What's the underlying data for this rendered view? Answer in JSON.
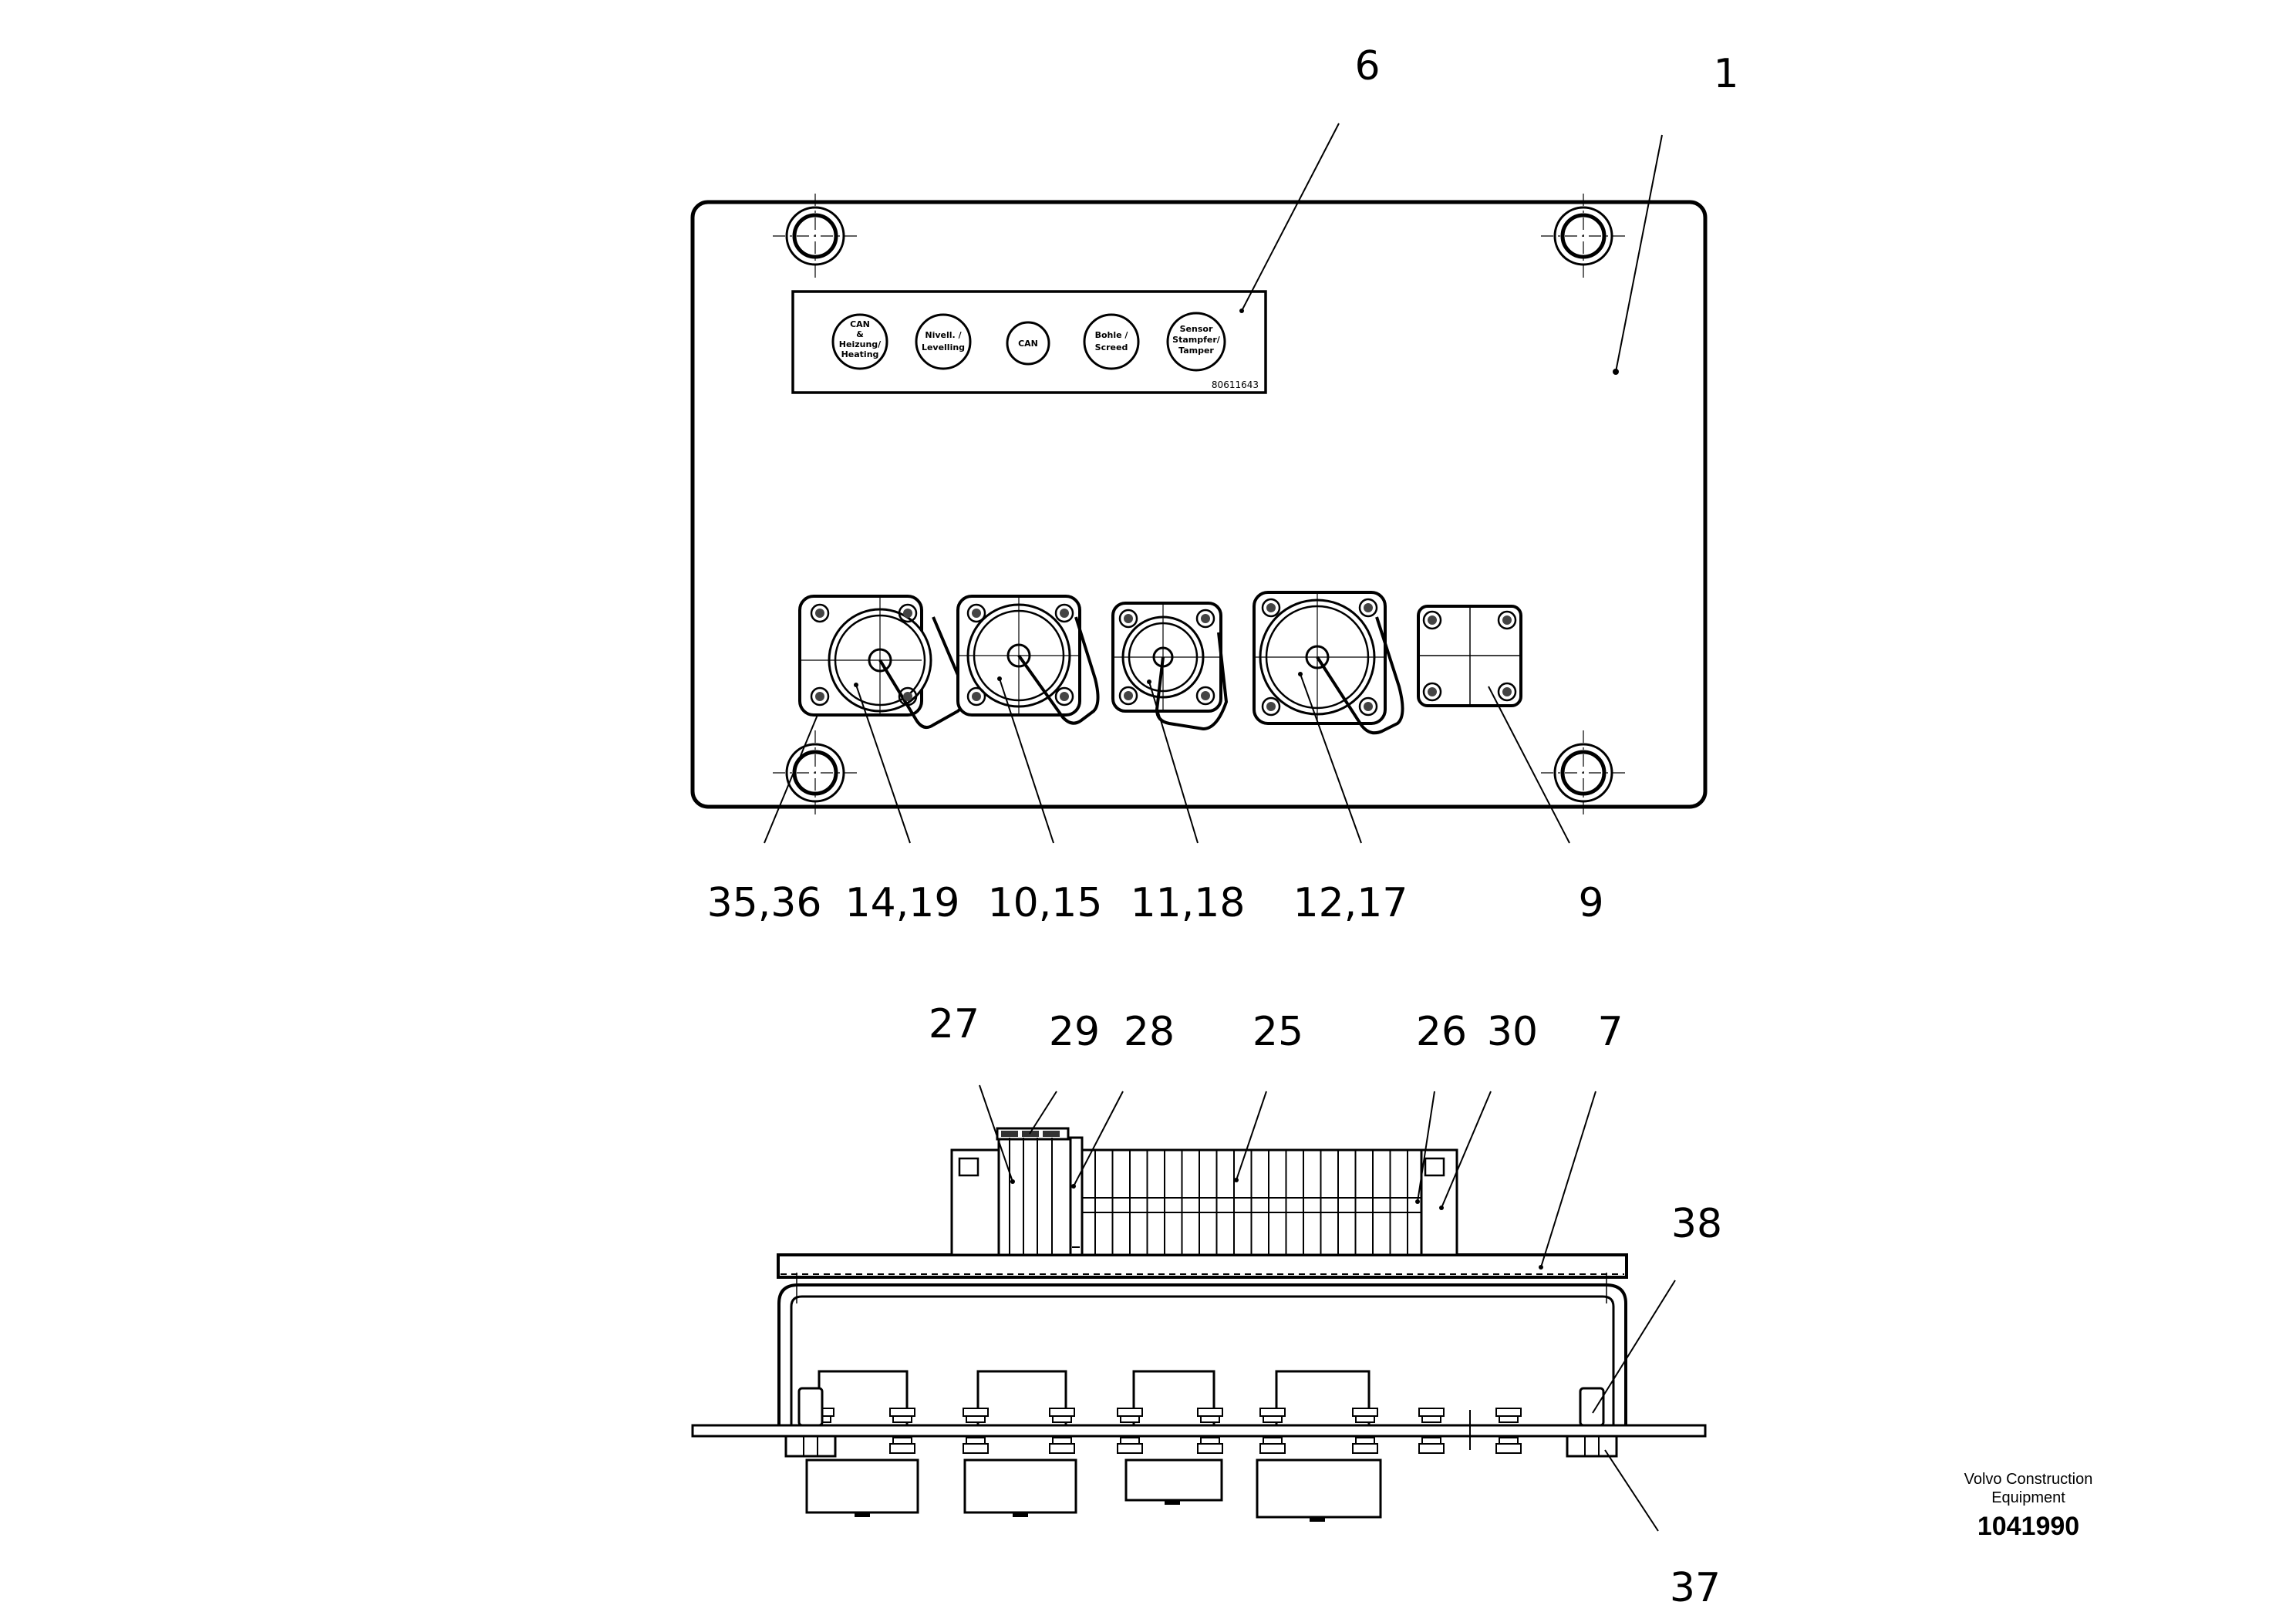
{
  "diagram": {
    "label_plate": {
      "sockets": [
        [
          "CAN",
          "&",
          "Heizung/",
          "Heating"
        ],
        [
          "Nivell. /",
          "Levelling"
        ],
        [
          "CAN"
        ],
        [
          "Bohle /",
          "Screed"
        ],
        [
          "Sensor",
          "Stampfer/",
          "Tamper"
        ]
      ],
      "part_code": "80611643"
    },
    "callouts": {
      "c6": "6",
      "c1": "1",
      "c3536": "35,36",
      "c1419": "14,19",
      "c1015": "10,15",
      "c1118": "11,18",
      "c1217": "12,17",
      "c9": "9",
      "c27": "27",
      "c29": "29",
      "c28": "28",
      "c25": "25",
      "c26": "26",
      "c30": "30",
      "c7": "7",
      "c38": "38",
      "c37": "37"
    }
  },
  "footer": {
    "brand_line1": "Volvo Construction",
    "brand_line2": "Equipment",
    "doc_number": "1041990"
  }
}
